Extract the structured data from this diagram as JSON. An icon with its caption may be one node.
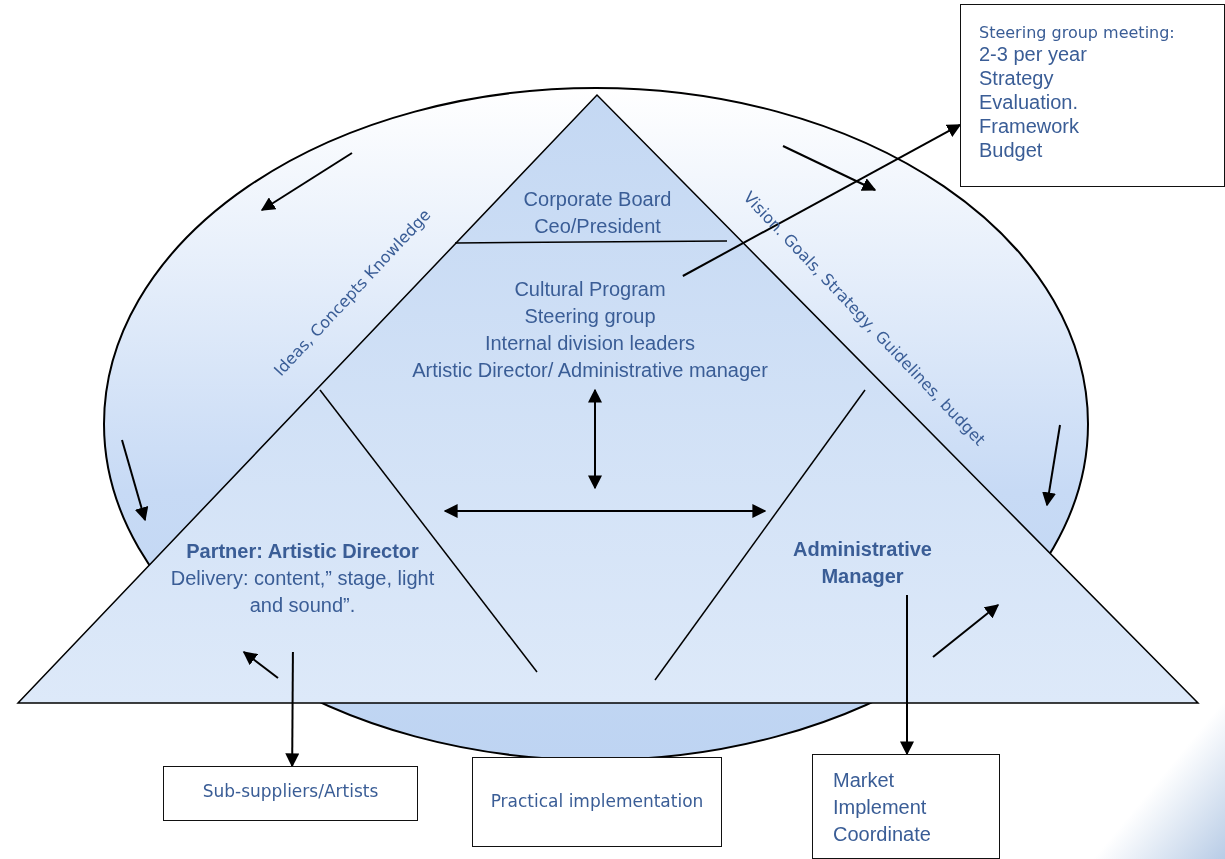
{
  "diagram": {
    "nodes": [
      {
        "text": [
          "Corporate Board",
          "Ceo/President"
        ]
      },
      {
        "text": [
          "Cultural Program",
          "Steering group",
          "Internal division leaders",
          "Artistic Director/ Administrative manager"
        ]
      },
      {
        "text": [
          "Partner: Artistic Director",
          "Delivery: content,” stage, light and sound”."
        ]
      },
      {
        "text": [
          "Administrative Manager"
        ]
      },
      {
        "text": [
          "Steering group meeting:",
          "2-3 per year",
          "Strategy",
          "Evaluation.",
          "Framework",
          "Budget"
        ]
      },
      {
        "text": [
          "Sub-suppliers/Artists"
        ]
      },
      {
        "text": [
          "Practical implementation"
        ]
      },
      {
        "text": [
          "Market",
          "Implement",
          "Coordinate"
        ]
      }
    ],
    "edges": [
      {
        "from": 1,
        "to": 4,
        "arrow": "to"
      },
      {
        "from": 1,
        "to": null,
        "arrow": "both"
      },
      {
        "from": 2,
        "to": 3,
        "arrow": "both"
      },
      {
        "from": null,
        "to": 2,
        "arrow": "to"
      },
      {
        "from": 2,
        "to": 5,
        "arrow": "to"
      },
      {
        "from": 3,
        "to": 7,
        "arrow": "to"
      }
    ],
    "labels": [
      "Ideas, Concepts Knowledge",
      "Vision. Goals, Strategy, Guidelines, budget"
    ]
  }
}
